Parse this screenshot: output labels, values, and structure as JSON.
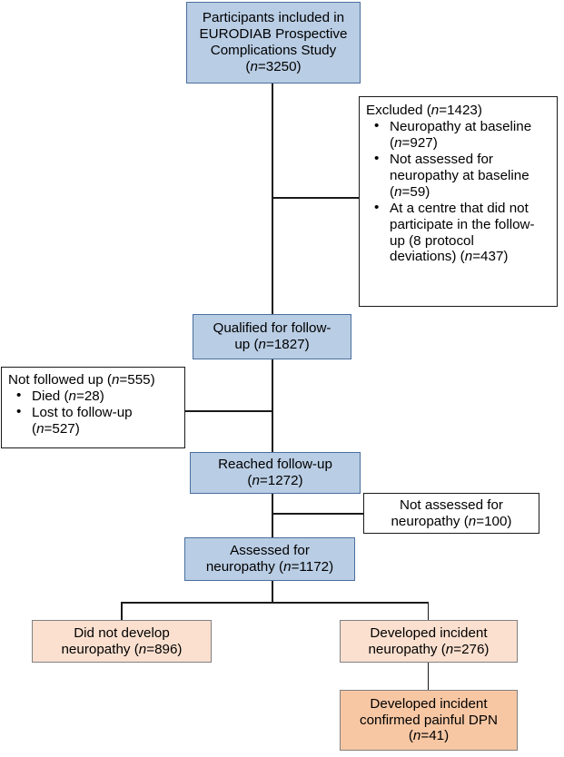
{
  "chart_data": {
    "type": "flowchart",
    "title": "EURODIAB Prospective Complications Study participant flow",
    "nodes": [
      {
        "id": "participants",
        "label": "Participants included in EURODIAB Prospective Complications Study (n=3250)",
        "n": 3250,
        "color": "#b9cde4"
      },
      {
        "id": "excluded",
        "label": "Excluded (n=1423)",
        "n": 1423,
        "color": "#ffffff"
      },
      {
        "id": "qualified",
        "label": "Qualified for follow-up (n=1827)",
        "n": 1827,
        "color": "#b9cde4"
      },
      {
        "id": "not_followed",
        "label": "Not followed up (n=555)",
        "n": 555,
        "color": "#ffffff"
      },
      {
        "id": "reached",
        "label": "Reached follow-up (n=1272)",
        "n": 1272,
        "color": "#b9cde4"
      },
      {
        "id": "not_assessed",
        "label": "Not assessed for neuropathy (n=100)",
        "n": 100,
        "color": "#ffffff"
      },
      {
        "id": "assessed",
        "label": "Assessed for neuropathy (n=1172)",
        "n": 1172,
        "color": "#b9cde4"
      },
      {
        "id": "no_neuropathy",
        "label": "Did not develop neuropathy (n=896)",
        "n": 896,
        "color": "#fbe0cf"
      },
      {
        "id": "incident",
        "label": "Developed incident neuropathy (n=276)",
        "n": 276,
        "color": "#fbe0cf"
      },
      {
        "id": "dpn",
        "label": "Developed incident confirmed painful DPN (n=41)",
        "n": 41,
        "color": "#f7c7a4"
      }
    ]
  },
  "colors": {
    "blue_fill": "#b9cde4",
    "blue_border": "#4a6f9e",
    "orange_light": "#fbe0cf",
    "orange_dark": "#f7c7a4",
    "orange_border": "#808080",
    "white_fill": "#ffffff",
    "line": "#1a1a1a"
  },
  "participants": {
    "line1": "Participants included in",
    "line2": "EURODIAB Prospective",
    "line3": "Complications Study",
    "count_open": "(",
    "count_italic": "n",
    "count_rest": "=3250)"
  },
  "excluded": {
    "heading_pre": "Excluded (",
    "heading_italic": "n",
    "heading_post": "=1423)",
    "items": [
      {
        "text_line1": "Neuropathy at baseline",
        "text_line2_pre": "(",
        "text_line2_italic": "n",
        "text_line2_post": "=927)"
      },
      {
        "text_line1": "Not assessed for",
        "text_line1b": "neuropathy at baseline",
        "text_line2_pre": "(",
        "text_line2_italic": "n",
        "text_line2_post": "=59)"
      },
      {
        "text_line1": "At a centre that did not",
        "text_line1b": "participate in the follow-",
        "text_line1c": "up (8 protocol",
        "text_line2_pre": "deviations) (",
        "text_line2_italic": "n",
        "text_line2_post": "=437)"
      }
    ],
    "bullet_glyph": "•"
  },
  "qualified": {
    "line1": "Qualified for follow-",
    "line2_pre": "up (",
    "line2_italic": "n",
    "line2_post": "=1827)"
  },
  "not_followed": {
    "heading_pre": "Not followed up (",
    "heading_italic": "n",
    "heading_post": "=555)",
    "items": [
      {
        "line1_pre": "Died (",
        "line1_italic": "n",
        "line1_post": "=28)"
      },
      {
        "line1_pre": "Lost to follow-up",
        "line2_pre": "(",
        "line2_italic": "n",
        "line2_post": "=527)"
      }
    ],
    "bullet_glyph": "•"
  },
  "reached": {
    "line1": "Reached follow-up",
    "line2_pre": "(",
    "line2_italic": "n",
    "line2_post": "=1272)"
  },
  "not_assessed": {
    "line1": "Not assessed for",
    "line2_pre": "neuropathy (",
    "line2_italic": "n",
    "line2_post": "=100)"
  },
  "assessed": {
    "line1": "Assessed for",
    "line2_pre": "neuropathy (",
    "line2_italic": "n",
    "line2_post": "=1172)"
  },
  "no_neuropathy": {
    "line1": "Did not develop",
    "line2_pre": "neuropathy (",
    "line2_italic": "n",
    "line2_post": "=896)"
  },
  "incident": {
    "line1": "Developed incident",
    "line2_pre": "neuropathy (",
    "line2_italic": "n",
    "line2_post": "=276)"
  },
  "dpn": {
    "line1": "Developed incident",
    "line2": "confirmed painful DPN",
    "line3_pre": "(",
    "line3_italic": "n",
    "line3_post": "=41)"
  }
}
